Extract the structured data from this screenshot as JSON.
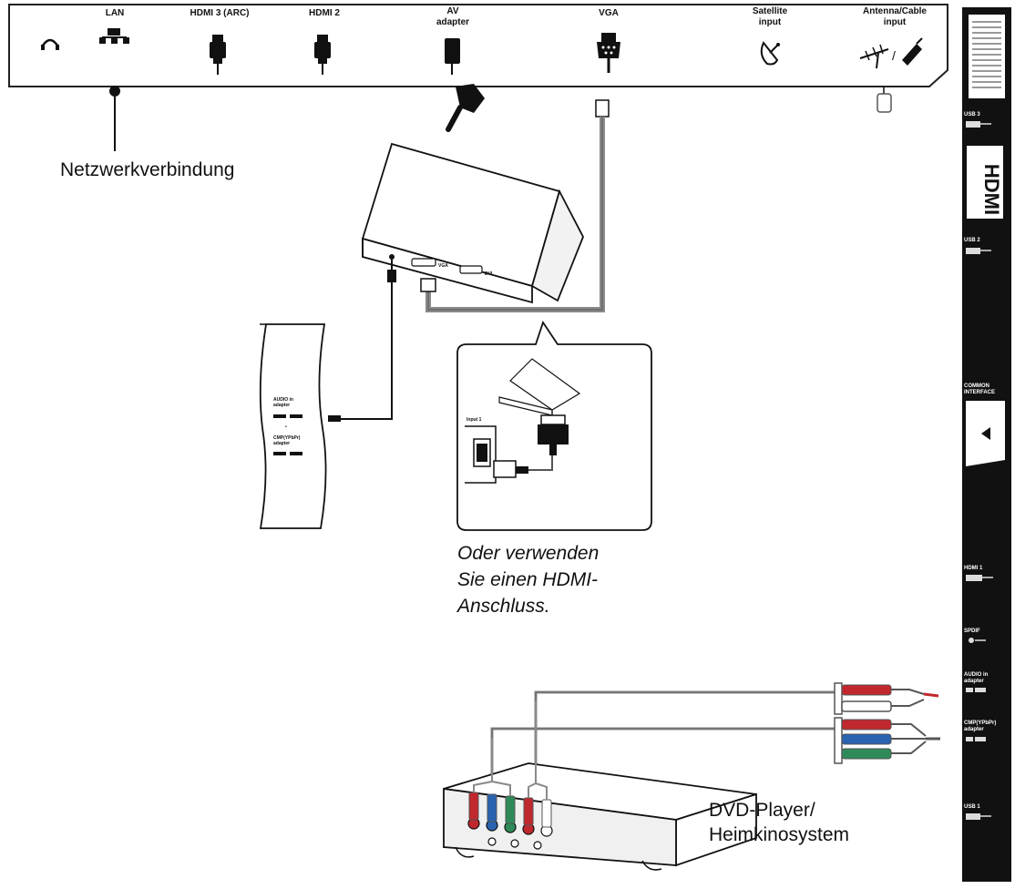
{
  "top_panel": {
    "ports": [
      {
        "name": "headphone",
        "label_line1": "",
        "label_line2": "",
        "icon": "headphone-icon"
      },
      {
        "name": "lan",
        "label_line1": "LAN",
        "label_line2": "",
        "icon": "lan-icon"
      },
      {
        "name": "hdmi3",
        "label_line1": "HDMI 3 (ARC)",
        "label_line2": "",
        "icon": "hdmi-plug-icon"
      },
      {
        "name": "hdmi2",
        "label_line1": "HDMI 2",
        "label_line2": "",
        "icon": "hdmi-plug-icon"
      },
      {
        "name": "av",
        "label_line1": "AV",
        "label_line2": "adapter",
        "icon": "av-plug-icon"
      },
      {
        "name": "vga",
        "label_line1": "VGA",
        "label_line2": "",
        "icon": "vga-plug-icon"
      },
      {
        "name": "satellite",
        "label_line1": "Satellite",
        "label_line2": "input",
        "icon": "satellite-icon"
      },
      {
        "name": "antenna",
        "label_line1": "Antenna/Cable",
        "label_line2": "input",
        "icon": "antenna-icon"
      }
    ]
  },
  "side_panel": {
    "usb3": "USB 3",
    "hdmi_logo": "HDMI",
    "usb2": "USB 2",
    "common_interface_1": "COMMON",
    "common_interface_2": "INTERFACE",
    "hdmi1": "HDMI 1",
    "spdif": "SPDIF",
    "audio_in_1": "AUDIO in",
    "audio_in_2": "adapter",
    "cmp_1": "CMP(YPbPr)",
    "cmp_2": "adapter",
    "usb1": "USB 1"
  },
  "adapter_card": {
    "audio_1": "AUDIO in",
    "audio_2": "adapter",
    "cmp_1": "CMP(YPbPr)",
    "cmp_2": "adapter"
  },
  "laptop": {
    "vga_label": "VGA",
    "dvi_label": "DVI"
  },
  "callout": {
    "input_label": "Input 1",
    "caption_line1": "Oder verwenden",
    "caption_line2": "Sie einen HDMI-",
    "caption_line3": "Anschluss."
  },
  "labels": {
    "network": "Netzwerkverbindung",
    "dvd_line1": "DVD-Player/",
    "dvd_line2": "Heimkinosystem"
  },
  "colors": {
    "red": "#c0282d",
    "blue": "#2a63b0",
    "green": "#2f8a5a",
    "cable": "#8a8a8a",
    "panel_dark": "#111111"
  }
}
